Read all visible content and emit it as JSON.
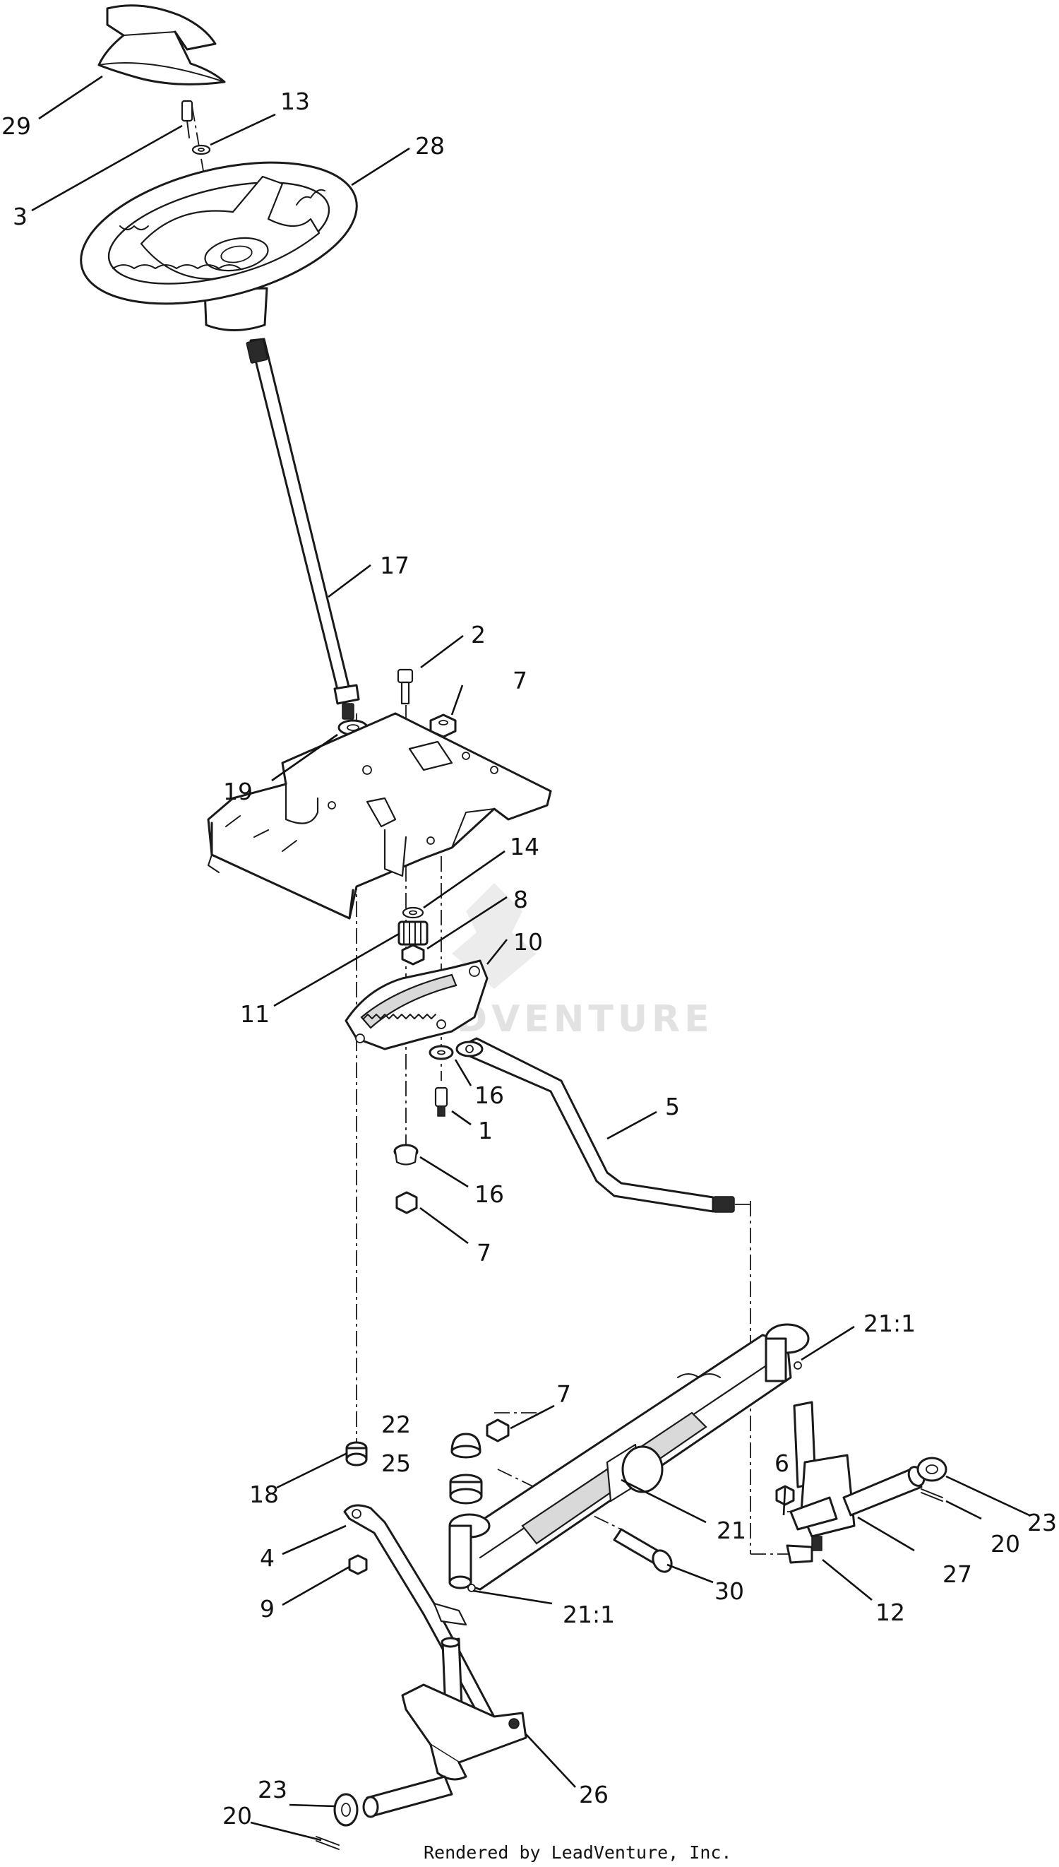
{
  "watermark": {
    "text": "LEADVENTURE"
  },
  "footer": {
    "text": "Rendered by LeadVenture, Inc."
  },
  "callouts": [
    {
      "label": "29"
    },
    {
      "label": "13"
    },
    {
      "label": "28"
    },
    {
      "label": "3"
    },
    {
      "label": "17"
    },
    {
      "label": "2"
    },
    {
      "label": "7"
    },
    {
      "label": "19"
    },
    {
      "label": "14"
    },
    {
      "label": "8"
    },
    {
      "label": "10"
    },
    {
      "label": "11"
    },
    {
      "label": "16"
    },
    {
      "label": "1"
    },
    {
      "label": "5"
    },
    {
      "label": "16"
    },
    {
      "label": "7"
    },
    {
      "label": "21:1"
    },
    {
      "label": "7"
    },
    {
      "label": "22"
    },
    {
      "label": "25"
    },
    {
      "label": "6"
    },
    {
      "label": "18"
    },
    {
      "label": "23"
    },
    {
      "label": "21"
    },
    {
      "label": "20"
    },
    {
      "label": "4"
    },
    {
      "label": "27"
    },
    {
      "label": "30"
    },
    {
      "label": "9"
    },
    {
      "label": "21:1"
    },
    {
      "label": "12"
    },
    {
      "label": "26"
    },
    {
      "label": "23"
    },
    {
      "label": "20"
    }
  ]
}
